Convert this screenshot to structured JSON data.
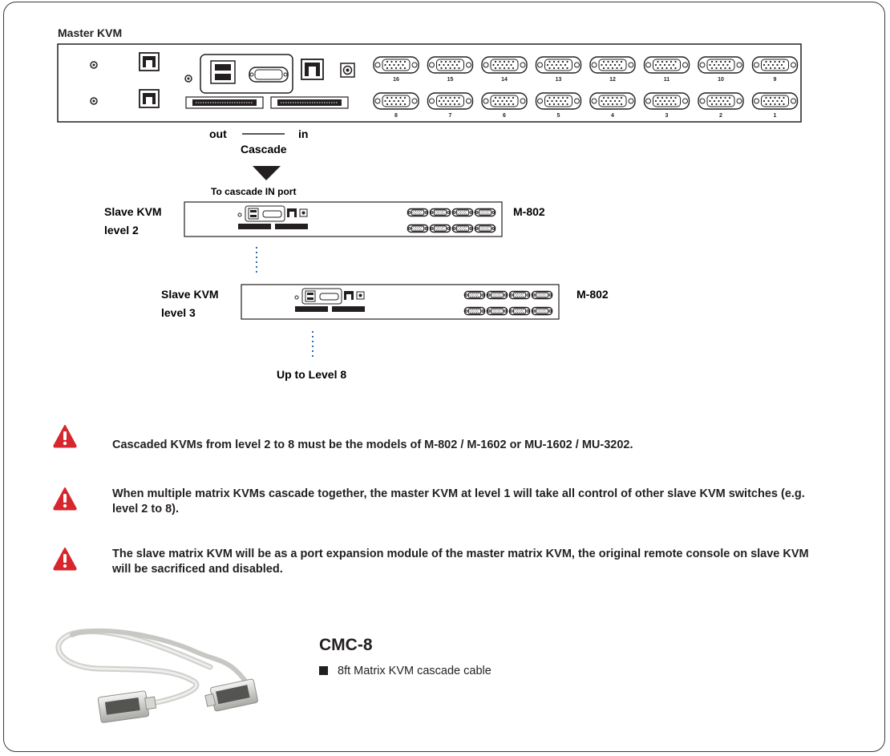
{
  "master": {
    "label": "Master KVM",
    "ports_top": [
      "16",
      "15",
      "14",
      "13",
      "12",
      "11",
      "10",
      "9"
    ],
    "ports_bottom": [
      "8",
      "7",
      "6",
      "5",
      "4",
      "3",
      "2",
      "1"
    ]
  },
  "cascade": {
    "out": "out",
    "in": "in",
    "label": "Cascade",
    "target": "To cascade IN port"
  },
  "slave2": {
    "label_line1": "Slave KVM",
    "label_line2": "level 2",
    "model": "M-802"
  },
  "slave3": {
    "label_line1": "Slave KVM",
    "label_line2": "level 3",
    "model": "M-802"
  },
  "up_to": "Up to Level 8",
  "notes": [
    "Cascaded KVMs from level 2 to 8 must be the models of M-802 / M-1602 or MU-1602 / MU-3202.",
    "When multiple matrix KVMs cascade together, the master KVM at level 1 will take all control of other slave KVM switches (e.g. level 2 to 8).",
    "The slave matrix KVM will be as a port expansion module of the master matrix KVM, the original remote console on slave KVM will be sacrificed and disabled."
  ],
  "product": {
    "name": "CMC-8",
    "description": "8ft Matrix KVM cascade cable"
  },
  "colors": {
    "warning": "#d7262d",
    "connector_line": "#2a6fb0",
    "border": "#3a3a3a"
  }
}
